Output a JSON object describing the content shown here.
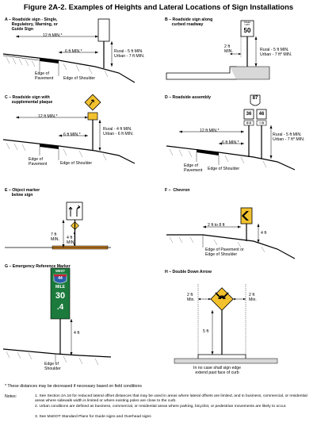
{
  "title": "Figure 2A-2.  Examples of Heights and Lateral Locations of Sign Installations",
  "panels": {
    "a": {
      "caption": "A – Roadside sign - Single,\n      Regulatory, Warning, or\n      Guide Sign",
      "offset": "12 ft MIN.*",
      "shoulder_offset": "6 ft MIN.*",
      "height_rural": "Rural - 5 ft MIN.",
      "height_urban": "Urban - 7 ft MIN.",
      "edge_pavement": "Edge of\nPavement",
      "edge_shoulder": "Edge of Shoulder"
    },
    "b": {
      "caption": "B – Roadside sign along\n      curbed roadway",
      "sign_top": "SPEED\nLIMIT",
      "sign_value": "50",
      "offset": "2 ft\nMIN.",
      "height_rural": "Rural - 5 ft MIN.",
      "height_urban": "Urban - 7 ft* MIN."
    },
    "c": {
      "caption": "C – Roadside sign with\n      supplemental plaque",
      "offset": "12 ft MIN.*",
      "shoulder_offset": "6 ft MIN.*",
      "height_rural": "Rural - 4 ft MIN.",
      "height_urban": "Urban - 6 ft MIN.",
      "edge_pavement": "Edge of\nPavement",
      "edge_shoulder": "Edge of Shoulder"
    },
    "d": {
      "caption": "D – Roadside assembly",
      "route_top": "87",
      "route_left": "36",
      "route_right": "46",
      "offset": "12 ft MIN.*",
      "shoulder_offset": "6 ft MIN.*",
      "height_rural": "Rural - 5 ft MIN.",
      "height_urban": "Urban - 7 ft* MIN.",
      "edge_pavement": "Edge of\nPavement",
      "edge_shoulder": "Edge of Shoulder"
    },
    "e": {
      "caption": "E – Object marker\n      below sign",
      "upper": "7 ft\nMIN.",
      "lower": "4 ft\nMIN."
    },
    "f": {
      "caption": "F –  Chevron",
      "offset": "2 ft to 8 ft",
      "height": "4 ft",
      "edge": "Edge of Pavement or\nEdge of Shoulder"
    },
    "g": {
      "caption": "G – Emergency Reference Marker",
      "direction": "WEST",
      "route": "44",
      "word": "MILE",
      "mile": "30",
      "tenth": ".4",
      "height": "4 ft",
      "edge": "Edge of\nShoulder"
    },
    "h": {
      "caption": "H – Double Down Arrow",
      "left_offset": "2 ft\nMin.",
      "right_offset": "2 ft\nMin.",
      "height": "5 ft",
      "note": "In no case shall sign edge\nextend past face of curb"
    }
  },
  "footnote": "* These distances may be decreased if necessary based on field conditions",
  "notes_label": "Notes:",
  "notes": [
    "1. See Section 2A.16 for reduced lateral offset distances that may be used in areas where lateral offsets are limited, and in business, commercial, or residential areas where sidewalk width is limited or where existing poles are close to the curb.",
    "2. Urban conditions are defined as business, commercial, or residential areas where parking, bicyclist, or pedestrian movements are likely to occur.",
    "3. See MoDOT Standard Plans for Guide signs and Overhead signs"
  ],
  "colors": {
    "warning_yellow": "#f2c12e",
    "marker_green": "#1b7a3c",
    "interstate_blue": "#2a5caa",
    "interstate_red": "#c8202f"
  }
}
